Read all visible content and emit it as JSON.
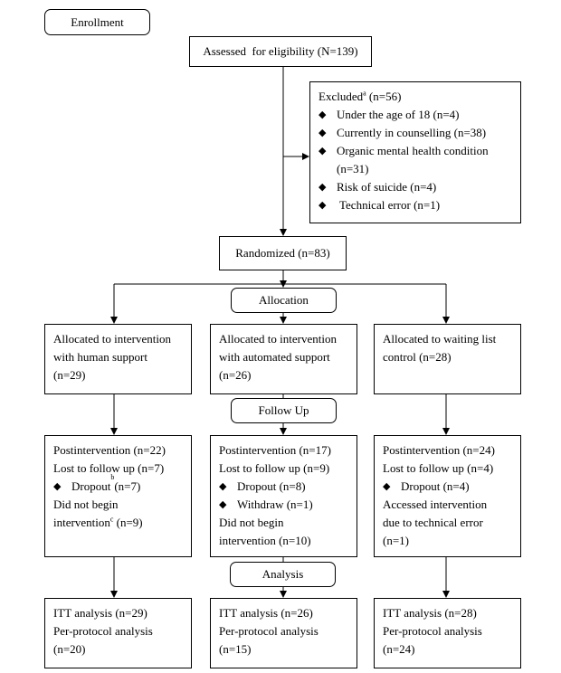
{
  "labels": {
    "enrollment": "Enrollment",
    "allocation": "Allocation",
    "follow_up": "Follow Up",
    "analysis": "Analysis"
  },
  "assessed": "Assessed  for eligibility (N=139)",
  "excluded": {
    "title_pre": "Excluded",
    "title_sup": "a",
    "title_post": " (n=56)",
    "items": [
      "Under the age of 18 (n=4)",
      "Currently in counselling (n=38)",
      "Organic mental health condition",
      "Risk of suicide (n=4)",
      "Technical error (n=1)"
    ],
    "item3_cont": "(n=31)"
  },
  "randomized": "Randomized (n=83)",
  "allocated": {
    "human": [
      "Allocated to intervention",
      "with human support",
      "(n=29)"
    ],
    "automated": [
      "Allocated to intervention",
      "with automated support",
      "(n=26)"
    ],
    "waiting": [
      "Allocated to waiting list",
      "control (n=28)"
    ]
  },
  "followup": {
    "human": {
      "post": "Postintervention (n=22)",
      "lost": "Lost to follow up (n=7)",
      "dropout_pre": "Dropout",
      "dropout_sup": "b",
      "dropout_post": " (n=7)",
      "notbegin1": "Did not begin",
      "notbegin2_pre": "intervention",
      "notbegin2_sup": "c",
      "notbegin2_post": " (n=9)"
    },
    "automated": {
      "post": "Postintervention (n=17)",
      "lost": "Lost to follow up (n=9)",
      "dropout": "Dropout (n=8)",
      "withdraw": "Withdraw (n=1)",
      "notbegin1": "Did not begin",
      "notbegin2": "intervention (n=10)"
    },
    "waiting": {
      "post": "Postintervention (n=24)",
      "lost": "Lost to follow up (n=4)",
      "dropout": "Dropout (n=4)",
      "accessed1": "Accessed intervention",
      "accessed2": "due to technical error",
      "accessed3": "(n=1)"
    }
  },
  "analysis": {
    "human": [
      "ITT analysis (n=29)",
      "Per-protocol analysis",
      "(n=20)"
    ],
    "automated": [
      "ITT analysis (n=26)",
      "Per-protocol analysis",
      "(n=15)"
    ],
    "waiting": [
      "ITT analysis (n=28)",
      "Per-protocol analysis",
      "(n=24)"
    ]
  },
  "bullet_glyph": "◆"
}
